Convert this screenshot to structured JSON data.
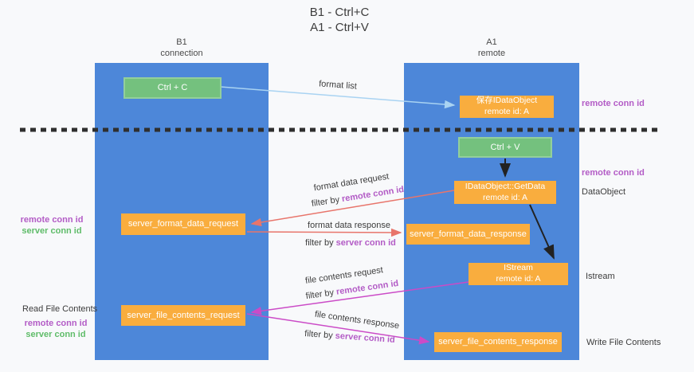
{
  "title": {
    "line1": "B1 - Ctrl+C",
    "line2": "A1 - Ctrl+V"
  },
  "lanes": {
    "left": {
      "title": "B1",
      "subtitle": "connection"
    },
    "right": {
      "title": "A1",
      "subtitle": "remote"
    }
  },
  "nodes": {
    "ctrl_c": {
      "label": "Ctrl + C"
    },
    "ctrl_v": {
      "label": "Ctrl + V"
    },
    "save_idataobject": {
      "line1": "保存IDataObject",
      "line2": "remote id: A"
    },
    "idataobject_getdata": {
      "line1": "IDataObject::GetData",
      "line2": "remote id: A"
    },
    "istream": {
      "line1": "IStream",
      "line2": "remote id: A"
    },
    "server_format_data_request": {
      "label": "server_format_data_request"
    },
    "server_format_data_response": {
      "label": "server_format_data_response"
    },
    "server_file_contents_request": {
      "label": "server_file_contents_request"
    },
    "server_file_contents_response": {
      "label": "server_file_contents_response"
    }
  },
  "edge_labels": {
    "format_list": "format list",
    "format_data_request": "format data request",
    "format_data_response": "format data response",
    "file_contents_request": "file contents request",
    "file_contents_response": "file contents response",
    "filter_by": "filter by",
    "remote_conn_id": "remote conn id",
    "server_conn_id": "server conn id"
  },
  "side_labels": {
    "remote_conn_id_top": "remote conn id",
    "remote_conn_id_mid": "remote conn id",
    "dataobject": "DataObject",
    "istream": "Istream",
    "read_file_contents": "Read File Contents",
    "write_file_contents": "Write File Contents",
    "left_remote_conn_id": "remote conn id",
    "left_server_conn_id": "server conn id",
    "lower_remote_conn_id": "remote conn id",
    "lower_server_conn_id": "server conn id"
  },
  "colors": {
    "background": "#f8f9fb",
    "lane_blue": "#4d87d9",
    "node_green": "#74c17e",
    "node_orange": "#f9ad3e",
    "arrow_lightblue": "#a9d3f2",
    "arrow_salmon": "#e8756b",
    "arrow_magenta": "#cb4bc7",
    "arrow_black": "#222222",
    "separator_black": "#2f2f2f",
    "text_purple": "#b35cc6",
    "text_green": "#5fbc69"
  }
}
